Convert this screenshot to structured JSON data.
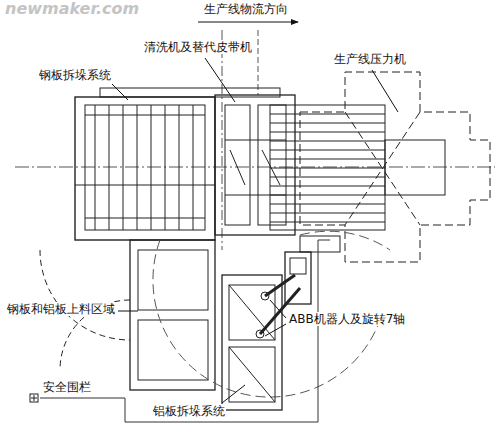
{
  "diagram": {
    "labels": [
      "newmaker.com",
      "生产线物流方向",
      "清洗机及替代皮带机",
      "生产线压力机",
      "钢板拆垛系统",
      "钢板和铝板上料区域",
      "ABB机器人及旋转7轴",
      "安全围栏",
      "铝板拆垛系统"
    ]
  }
}
